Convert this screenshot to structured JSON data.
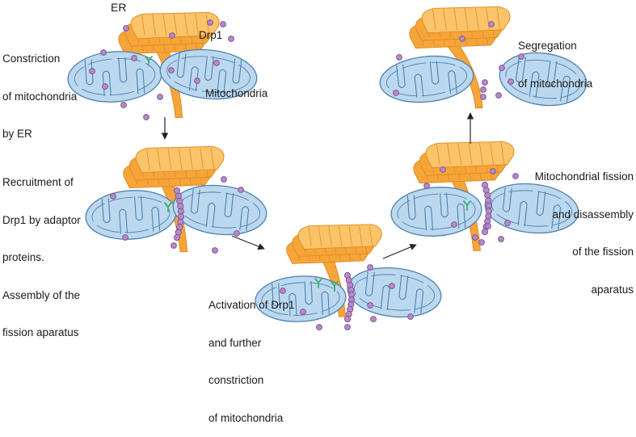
{
  "labels": {
    "er": "ER",
    "drp1": "Drp1",
    "mitochondria": "Mitochondria"
  },
  "steps": {
    "step1": [
      "Constriction",
      "of mitochondria",
      "by ER"
    ],
    "step2": [
      "Recruitment of",
      "Drp1 by adaptor",
      "proteins.",
      "Assembly of the",
      "fission aparatus"
    ],
    "step3": [
      "Activation of Drp1",
      "and further",
      "constriction",
      "of mitochondria"
    ],
    "step4": [
      "Mitochondrial fission",
      "and disassembly",
      "of the fission",
      "aparatus"
    ],
    "step5": [
      "Segregation",
      "of mitochondria"
    ]
  },
  "colors": {
    "er_fill": "#f6a53a",
    "er_light": "#fbc46a",
    "er_dark": "#e08a1e",
    "mito_fill": "#bcd8ee",
    "mito_stroke": "#4d82b0",
    "drp1_fill": "#b78bc9",
    "drp1_stroke": "#7f5596",
    "adaptor": "#4dae7e",
    "arrow": "#222222"
  }
}
